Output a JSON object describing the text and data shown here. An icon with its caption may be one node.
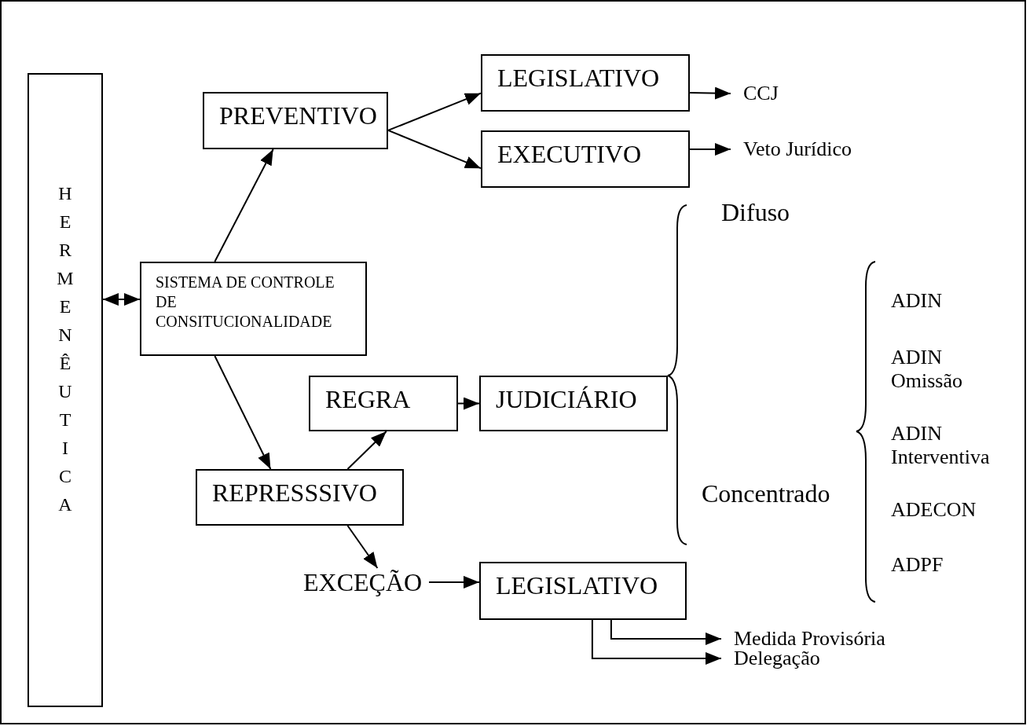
{
  "diagram": {
    "nodes": [
      {
        "text": [
          "HERMENÊUTICA"
        ]
      },
      {
        "text": [
          "SISTEMA DE CONTROLE DE CONSITUCIONALIDADE"
        ]
      },
      {
        "text": [
          "PREVENTIVO"
        ]
      },
      {
        "text": [
          "LEGISLATIVO"
        ]
      },
      {
        "text": [
          "EXECUTIVO"
        ]
      },
      {
        "text": [
          "CCJ"
        ]
      },
      {
        "text": [
          "Veto Jurídico"
        ]
      },
      {
        "text": [
          "REGRA"
        ]
      },
      {
        "text": [
          "JUDICIÁRIO"
        ]
      },
      {
        "text": [
          "REPRESSSIVO"
        ]
      },
      {
        "text": [
          "EXCEÇÃO"
        ]
      },
      {
        "text": [
          "LEGISLATIVO"
        ]
      },
      {
        "text": [
          "Medida Provisória"
        ]
      },
      {
        "text": [
          "Delegação"
        ]
      }
    ],
    "edges": [
      {
        "from": 0,
        "to": 1,
        "arrow": "both"
      },
      {
        "from": 1,
        "to": 2,
        "arrow": "to"
      },
      {
        "from": 1,
        "to": 9,
        "arrow": "to"
      },
      {
        "from": 2,
        "to": 3,
        "arrow": "to"
      },
      {
        "from": 2,
        "to": 4,
        "arrow": "to"
      },
      {
        "from": 3,
        "to": 5,
        "arrow": "to"
      },
      {
        "from": 4,
        "to": 6,
        "arrow": "to"
      },
      {
        "from": 9,
        "to": 7,
        "arrow": "to"
      },
      {
        "from": 9,
        "to": 10,
        "arrow": "to"
      },
      {
        "from": 7,
        "to": 8,
        "arrow": "to"
      },
      {
        "from": 10,
        "to": 11,
        "arrow": "to"
      },
      {
        "from": 11,
        "to": 12,
        "arrow": "to"
      },
      {
        "from": 11,
        "to": 13,
        "arrow": "to"
      }
    ],
    "labels": [
      "Difuso",
      "Concentrado",
      "ADIN",
      "ADIN Omissão",
      "ADIN Interventiva",
      "ADECON",
      "ADPF"
    ]
  }
}
